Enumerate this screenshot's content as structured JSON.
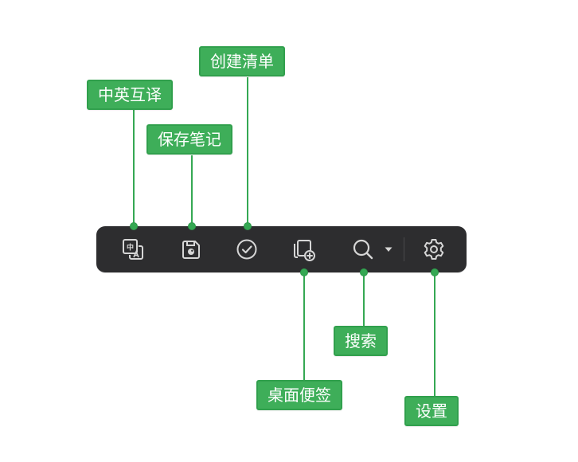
{
  "colors": {
    "accent": "#3eae59",
    "accent_border": "#31a04d",
    "toolbar_bg": "#2d2d2f",
    "icon": "#d6d6d6",
    "label_text": "#ffffff"
  },
  "toolbar": {
    "buttons": [
      {
        "id": "translate",
        "icon": "translate-icon",
        "label": "中英互译"
      },
      {
        "id": "save-note",
        "icon": "save-note-icon",
        "label": "保存笔记"
      },
      {
        "id": "create-checklist",
        "icon": "check-circle-icon",
        "label": "创建清单"
      },
      {
        "id": "desktop-sticky",
        "icon": "sticky-note-add-icon",
        "label": "桌面便签"
      },
      {
        "id": "search",
        "icon": "search-icon",
        "label": "搜索"
      },
      {
        "id": "settings",
        "icon": "gear-icon",
        "label": "设置"
      }
    ],
    "search_dropdown_icon": "caret-down-icon"
  }
}
